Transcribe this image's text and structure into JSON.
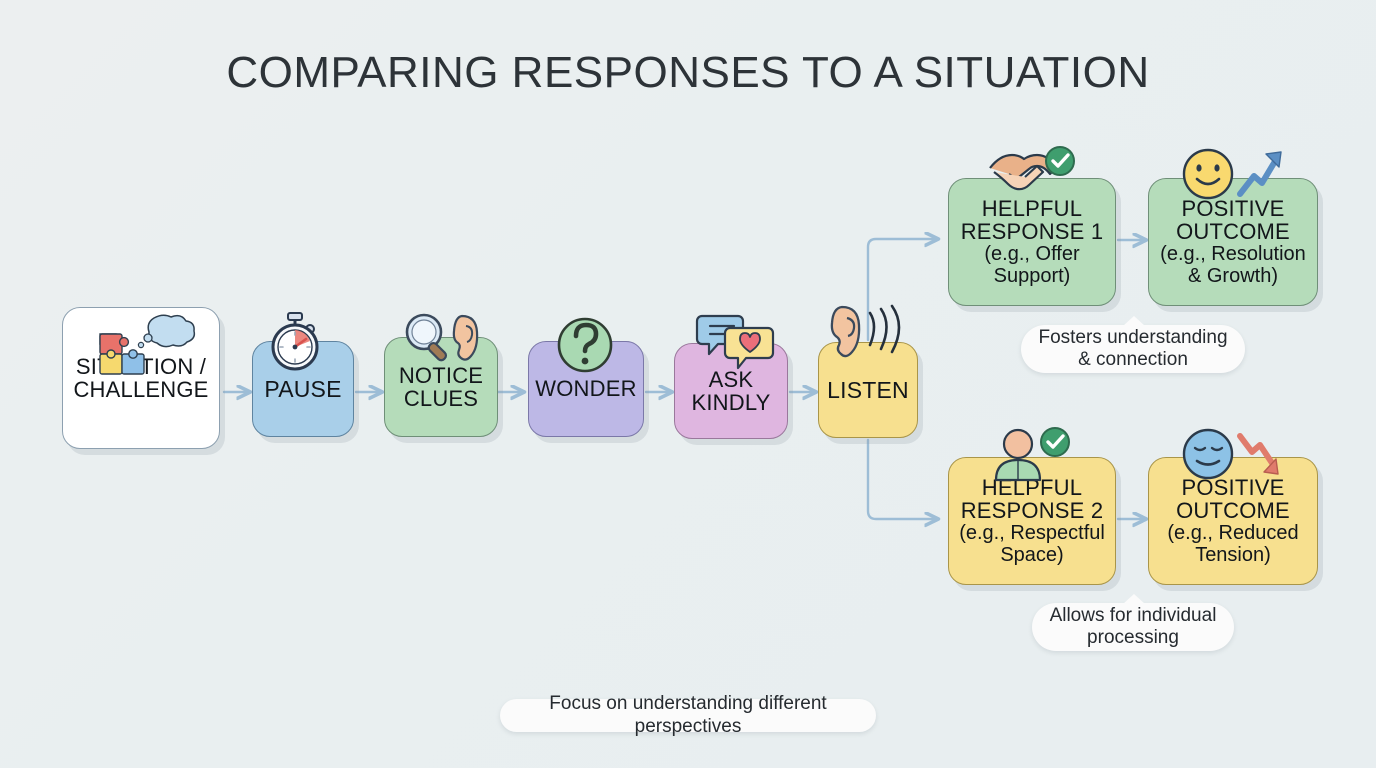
{
  "page": {
    "title": "COMPARING RESPONSES TO A SITUATION",
    "background_color": "#eceff0"
  },
  "palette": {
    "white": "#ffffff",
    "blue": "#a9cfe9",
    "green": "#b5dcba",
    "purple": "#bdb8e6",
    "pink": "#dfb6e0",
    "yellow": "#f7e08f",
    "connector": "#9dbdd6",
    "text": "#12161a",
    "title_text": "#2d3338"
  },
  "chain": [
    {
      "id": "situation",
      "label": "SITUATION /\nCHALLENGE",
      "color": "#ffffff",
      "icon": "puzzle-thought-bubble-icon"
    },
    {
      "id": "pause",
      "label": "PAUSE",
      "color": "#a9cfe9",
      "icon": "stopwatch-icon"
    },
    {
      "id": "notice-clues",
      "label": "NOTICE\nCLUES",
      "color": "#b5dcba",
      "icon": "magnifier-ear-icon"
    },
    {
      "id": "wonder",
      "label": "WONDER",
      "color": "#bdb8e6",
      "icon": "question-mark-icon"
    },
    {
      "id": "ask-kindly",
      "label": "ASK\nKINDLY",
      "color": "#dfb6e0",
      "icon": "speech-bubbles-heart-icon"
    },
    {
      "id": "listen",
      "label": "LISTEN",
      "color": "#f7e08f",
      "icon": "ear-sound-waves-icon"
    }
  ],
  "branches": {
    "top": {
      "response": {
        "id": "helpful-response-1",
        "label": "HELPFUL\nRESPONSE 1",
        "sub": "(e.g., Offer\nSupport)",
        "color": "#b5dcba",
        "icon": "handshake-check-icon"
      },
      "outcome": {
        "id": "positive-outcome-1",
        "label": "POSITIVE\nOUTCOME",
        "sub": "(e.g., Resolution\n& Growth)",
        "color": "#b5dcba",
        "icon": "smiley-up-arrow-icon"
      },
      "caption": "Fosters understanding\n& connection"
    },
    "bottom": {
      "response": {
        "id": "helpful-response-2",
        "label": "HELPFUL\nRESPONSE 2",
        "sub": "(e.g., Respectful\nSpace)",
        "color": "#f7e08f",
        "icon": "person-check-icon"
      },
      "outcome": {
        "id": "positive-outcome-2",
        "label": "POSITIVE\nOUTCOME",
        "sub": "(e.g., Reduced\nTension)",
        "color": "#f7e08f",
        "icon": "calm-face-down-arrow-icon"
      },
      "caption": "Allows for individual\nprocessing"
    }
  },
  "footer_caption": "Focus on understanding different perspectives"
}
